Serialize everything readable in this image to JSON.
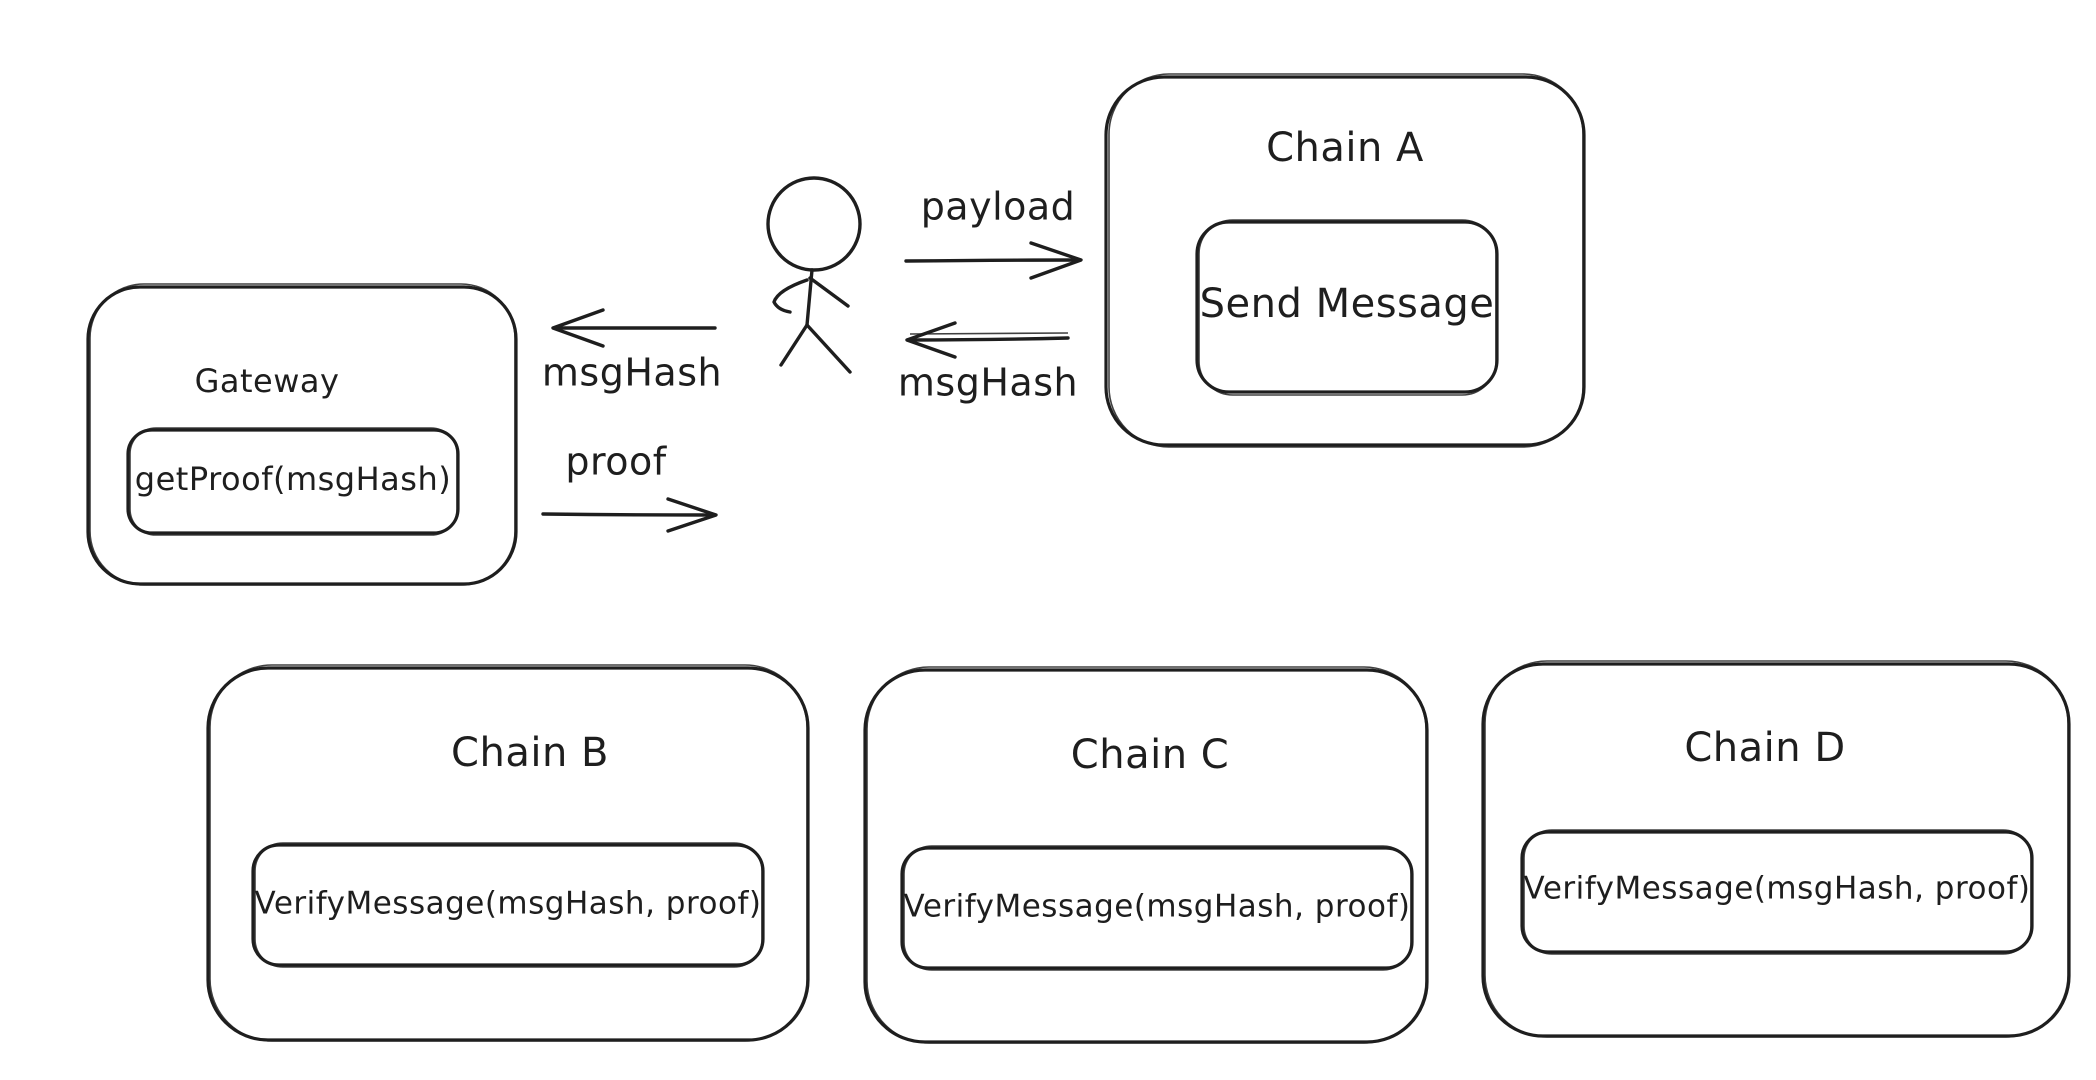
{
  "nodes": {
    "chain_a": {
      "title": "Chain A",
      "function": "Send Message"
    },
    "gateway": {
      "title": "Gateway",
      "function": "getProof(msgHash)"
    },
    "chain_b": {
      "title": "Chain B",
      "function": "VerifyMessage(msgHash, proof)"
    },
    "chain_c": {
      "title": "Chain C",
      "function": "VerifyMessage(msgHash, proof)"
    },
    "chain_d": {
      "title": "Chain D",
      "function": "VerifyMessage(msgHash, proof)"
    }
  },
  "edges": {
    "user_to_chain_a": "payload",
    "chain_a_to_user": "msgHash",
    "user_to_gateway": "msgHash",
    "gateway_to_user": "proof"
  },
  "colors": {
    "stroke": "#1e1e1e",
    "background": "#ffffff"
  }
}
